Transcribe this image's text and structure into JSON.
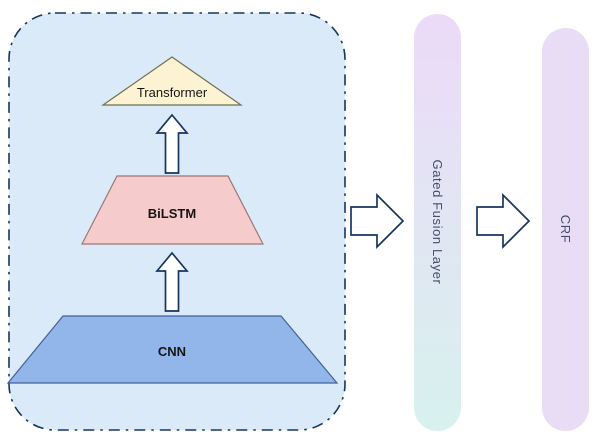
{
  "diagram": {
    "pyramid": {
      "transformer": {
        "label": "Transformer"
      },
      "bilstm": {
        "label": "BiLSTM"
      },
      "cnn": {
        "label": "CNN"
      }
    },
    "stages": {
      "gated_fusion": {
        "label": "Gated Fusion Layer"
      },
      "crf": {
        "label": "CRF"
      }
    },
    "colors": {
      "container_fill": "#daeaf8",
      "container_stroke": "#17365d",
      "transformer_fill": "#fdf3d2",
      "transformer_stroke": "#6e6e52",
      "bilstm_fill": "#f6cbcb",
      "bilstm_stroke": "#9e7676",
      "cnn_fill": "#93b6ea",
      "cnn_stroke": "#44609b",
      "arrow_fill": "#ffffff",
      "arrow_stroke": "#17365d",
      "bar1_gradient_top": "#ecdaf8",
      "bar1_gradient_bottom": "#d7f1ee",
      "bar2_fill": "#e9ddf6",
      "bar_label_color": "#44506b"
    }
  }
}
